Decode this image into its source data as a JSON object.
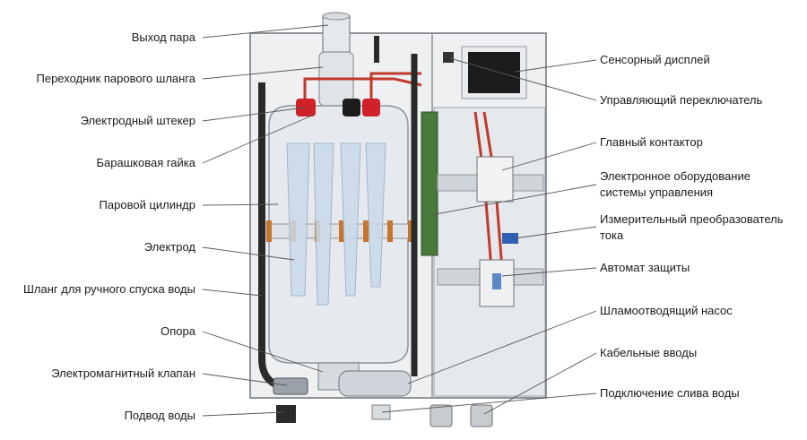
{
  "left_labels": [
    "Выход пара",
    "Переходник парового шланга",
    "Электродный штекер",
    "Барашковая гайка",
    "Паровой цилиндр",
    "Электрод",
    "Шланг для ручного спуска воды",
    "Опора",
    "Электромагнитный клапан",
    "Подвод воды"
  ],
  "right_labels": [
    {
      "line1": "Сенсорный дисплей",
      "line2": ""
    },
    {
      "line1": "Управляющий переключатель",
      "line2": ""
    },
    {
      "line1": "Главный контактор",
      "line2": ""
    },
    {
      "line1": "Электронное оборудование",
      "line2": "системы управления"
    },
    {
      "line1": "Измерительный преобразователь",
      "line2": "тока"
    },
    {
      "line1": "Автомат защиты",
      "line2": ""
    },
    {
      "line1": "Шламоотводящий насос",
      "line2": ""
    },
    {
      "line1": "Кабельные вводы",
      "line2": ""
    },
    {
      "line1": "Подключение слива воды",
      "line2": ""
    }
  ],
  "colors": {
    "cabinet_fill": "#eef0f2",
    "cabinet_stroke": "#6d7278",
    "cylinder_fill": "#e3e9ee",
    "electrode_fill": "#c9d9e8",
    "electrode_plug_red": "#d0202a",
    "electrode_plug_black": "#1c1c1c",
    "hose": "#2a2a2a",
    "wing_nut": "#c7752e",
    "wire_red": "#c0392b",
    "display": "#1c1c1c",
    "leader_line": "#555555"
  }
}
